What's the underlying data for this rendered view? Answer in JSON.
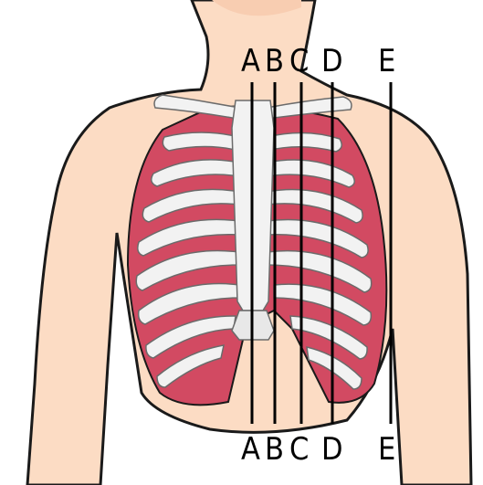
{
  "labels": {
    "top": [
      "A",
      "B",
      "C",
      "D",
      "E"
    ],
    "bottom": [
      "A",
      "B",
      "C",
      "D",
      "E"
    ]
  },
  "colors": {
    "skin": "#fcdcc4",
    "outline": "#1a1a1a",
    "bone": "#f2f2f2",
    "muscle_dark": "#d24a62",
    "muscle_light": "#e9a5b2",
    "line": "#000000"
  }
}
